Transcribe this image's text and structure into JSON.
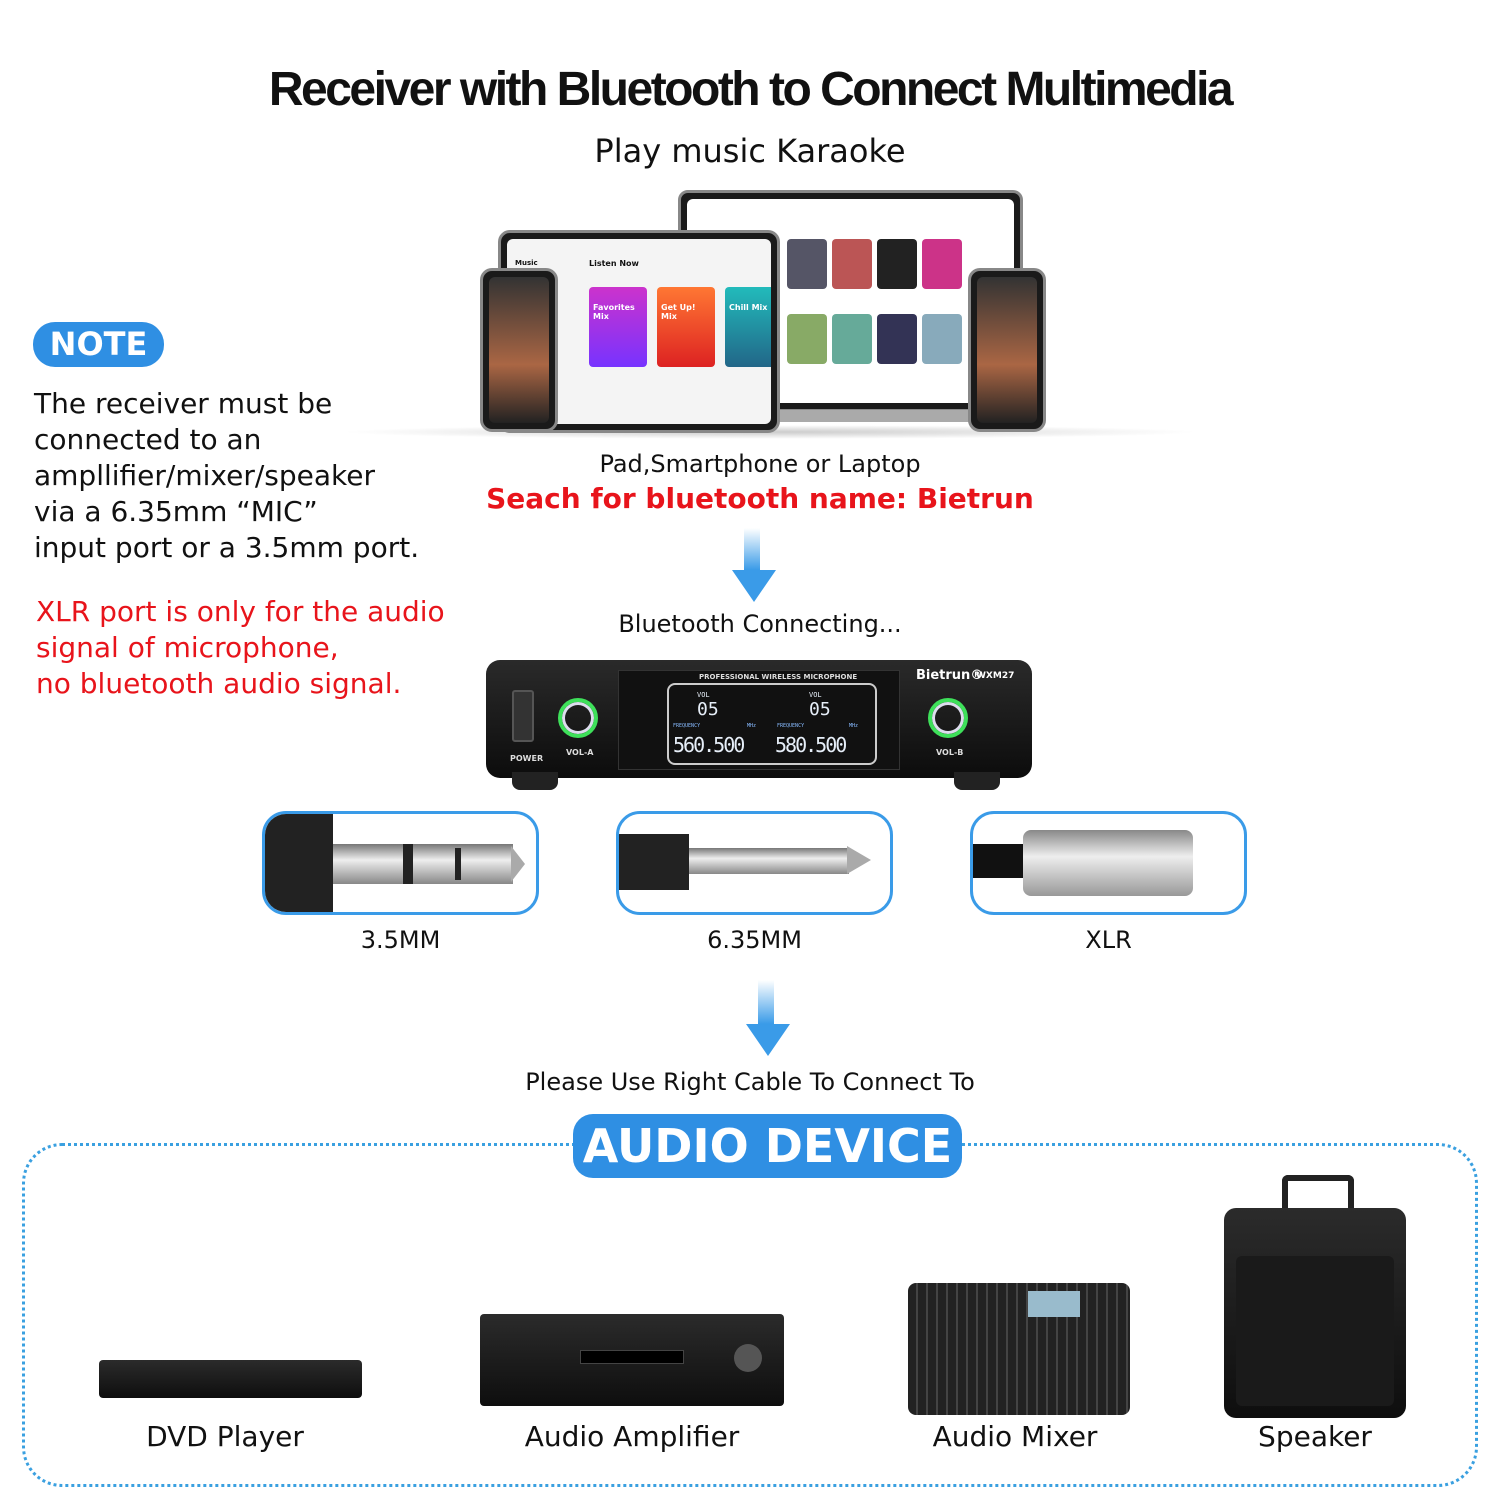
{
  "header": {
    "title": "Receiver with Bluetooth to Connect Multimedia",
    "subtitle": "Play music Karaoke"
  },
  "devices_screen": {
    "tablet_app": "Music",
    "tablet_heading": "Listen Now",
    "mixes": [
      "Favorites Mix",
      "Get Up! Mix",
      "Chill Mix"
    ]
  },
  "note": {
    "badge": "NOTE",
    "lines": [
      "The receiver must be",
      "connected to an",
      "ampllifier/mixer/speaker",
      "via a 6.35mm “MIC”",
      "input port or a 3.5mm port."
    ],
    "warning_lines": [
      "XLR port is only for the audio",
      "signal of microphone,",
      "no bluetooth audio signal."
    ]
  },
  "bluetooth": {
    "sources": "Pad,Smartphone or Laptop",
    "search": "Seach for bluetooth name: Bietrun",
    "status": "Bluetooth Connecting..."
  },
  "receiver": {
    "panel_title": "PROFESSIONAL WIRELESS MICROPHONE",
    "brand": "Bietrun®",
    "model": "WXM27",
    "power": "POWER",
    "vol_a": "VOL-A",
    "vol_b": "VOL-B",
    "vol_label": "VOL",
    "vol_a_value": "05",
    "vol_b_value": "05",
    "freq_label": "FREQUENCY",
    "freq_unit": "MHz",
    "freq_a": "560.500",
    "freq_b": "580.500"
  },
  "connectors": [
    {
      "label": "3.5MM"
    },
    {
      "label": "6.35MM"
    },
    {
      "label": "XLR"
    }
  ],
  "cable_note": "Please Use Right Cable To Connect To",
  "audio_device": {
    "badge": "AUDIO DEVICE",
    "items": [
      {
        "label": "DVD Player"
      },
      {
        "label": "Audio Amplifier"
      },
      {
        "label": "Audio Mixer"
      },
      {
        "label": "Speaker"
      }
    ]
  },
  "colors": {
    "accent": "#2f8fe3",
    "warning": "#e8141b"
  }
}
